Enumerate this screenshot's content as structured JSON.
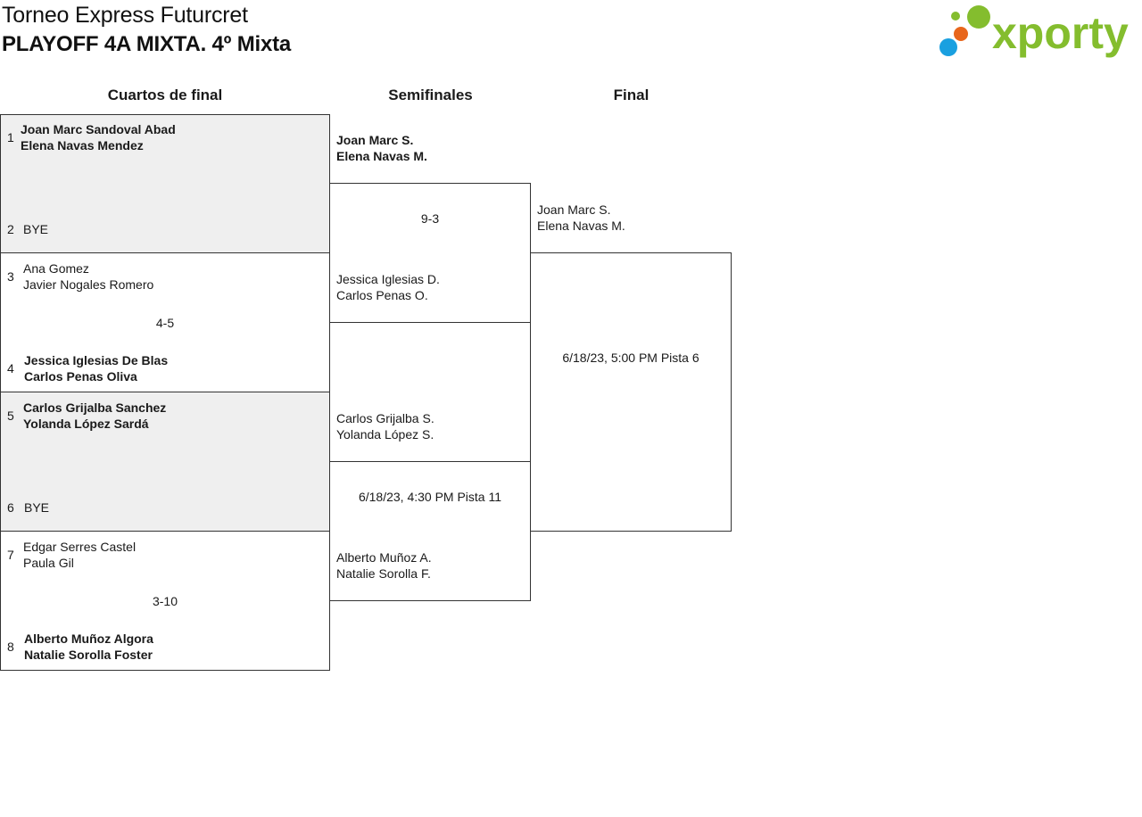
{
  "header": {
    "tournament": "Torneo Express Futurcret",
    "category": "PLAYOFF 4A MIXTA. 4º Mixta"
  },
  "logo": {
    "text": "xporty",
    "colors": {
      "green": "#84bd2e",
      "orange": "#e8661c",
      "blue": "#1aa0e0"
    }
  },
  "rounds": {
    "qf": "Cuartos de final",
    "sf": "Semifinales",
    "final": "Final"
  },
  "quarterfinals": [
    {
      "top": {
        "seed": "1",
        "p1": "Joan Marc Sandoval Abad",
        "p2": "Elena Navas Mendez"
      },
      "bottom": {
        "seed": "2",
        "p1": "BYE",
        "p2": ""
      },
      "result": "",
      "winner": "top"
    },
    {
      "top": {
        "seed": "3",
        "p1": "Ana Gomez",
        "p2": "Javier Nogales Romero"
      },
      "bottom": {
        "seed": "4",
        "p1": "Jessica Iglesias De Blas",
        "p2": "Carlos Penas Oliva"
      },
      "result": "4-5",
      "winner": "bottom"
    },
    {
      "top": {
        "seed": "5",
        "p1": "Carlos Grijalba Sanchez",
        "p2": "Yolanda López Sardá"
      },
      "bottom": {
        "seed": "6",
        "p1": "BYE",
        "p2": ""
      },
      "result": "",
      "winner": "top"
    },
    {
      "top": {
        "seed": "7",
        "p1": "Edgar Serres Castel",
        "p2": "Paula Gil"
      },
      "bottom": {
        "seed": "8",
        "p1": "Alberto Muñoz Algora",
        "p2": "Natalie Sorolla Foster"
      },
      "result": "3-10",
      "winner": "bottom"
    }
  ],
  "semifinals": [
    {
      "top": {
        "p1": "Joan Marc S.",
        "p2": "Elena Navas M."
      },
      "bottom": {
        "p1": "Jessica Iglesias D.",
        "p2": "Carlos Penas O."
      },
      "result": "9-3",
      "winner": "top"
    },
    {
      "top": {
        "p1": "Carlos Grijalba S.",
        "p2": "Yolanda López S."
      },
      "bottom": {
        "p1": "Alberto Muñoz A.",
        "p2": "Natalie Sorolla F."
      },
      "result": "6/18/23, 4:30 PM Pista 11",
      "winner": ""
    }
  ],
  "final": {
    "top": {
      "p1": "Joan Marc S.",
      "p2": "Elena Navas M."
    },
    "result": "6/18/23, 5:00 PM Pista 6"
  }
}
